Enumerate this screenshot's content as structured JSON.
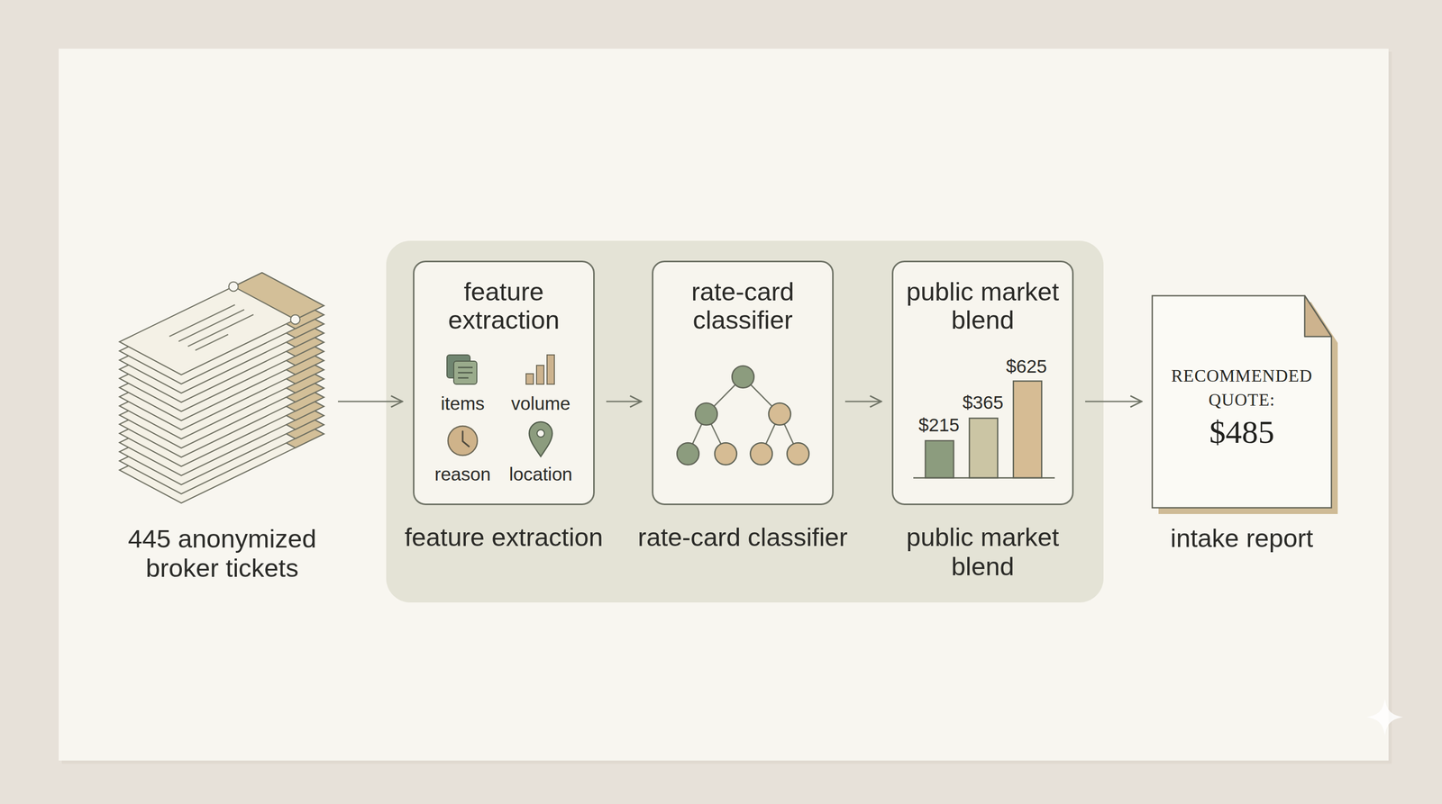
{
  "diagram": {
    "nodes": [
      {
        "text": [
          "445 anonymized broker tickets"
        ]
      },
      {
        "text": [
          "feature extraction",
          "feature extraction"
        ]
      },
      {
        "text": [
          "rate-card classifier",
          "rate-card classifier"
        ]
      },
      {
        "text": [
          "public market blend",
          "public market blend"
        ]
      },
      {
        "text": [
          "RECOMMENDED QUOTE:",
          "$485",
          "intake report"
        ]
      }
    ],
    "edges": [
      {
        "from": 0,
        "to": 1,
        "arrow": "to"
      },
      {
        "from": 1,
        "to": 2,
        "arrow": "to"
      },
      {
        "from": 2,
        "to": 3,
        "arrow": "to"
      },
      {
        "from": 3,
        "to": 4,
        "arrow": "to"
      }
    ],
    "labels": [
      "items",
      "volume",
      "reason",
      "location",
      "$215",
      "$365",
      "$625"
    ]
  }
}
